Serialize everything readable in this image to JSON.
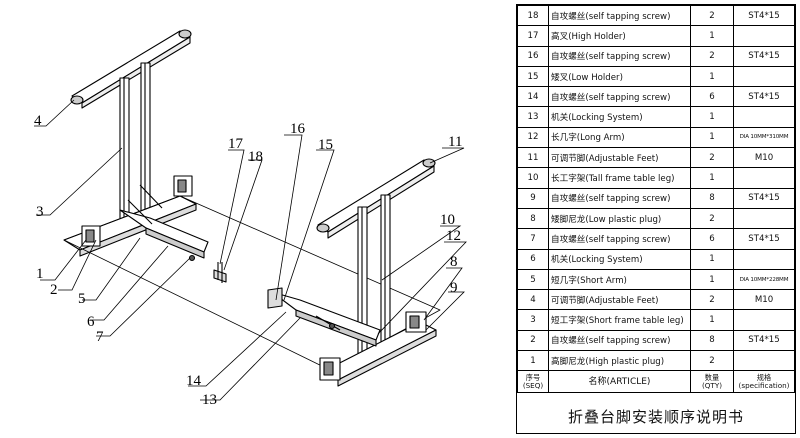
{
  "callouts": [
    "1",
    "2",
    "3",
    "4",
    "5",
    "6",
    "7",
    "8",
    "9",
    "10",
    "11",
    "12",
    "13",
    "14",
    "15",
    "16",
    "17",
    "18"
  ],
  "parts_table": {
    "rows": [
      {
        "seq": "18",
        "name": "自攻螺丝(self tapping screw)",
        "qty": "2",
        "spec": "ST4*15"
      },
      {
        "seq": "17",
        "name": "高叉(High Holder)",
        "qty": "1",
        "spec": ""
      },
      {
        "seq": "16",
        "name": "自攻螺丝(self tapping screw)",
        "qty": "2",
        "spec": "ST4*15"
      },
      {
        "seq": "15",
        "name": "矮叉(Low Holder)",
        "qty": "1",
        "spec": ""
      },
      {
        "seq": "14",
        "name": "自攻螺丝(self tapping screw)",
        "qty": "6",
        "spec": "ST4*15"
      },
      {
        "seq": "13",
        "name": "机关(Locking System)",
        "qty": "1",
        "spec": ""
      },
      {
        "seq": "12",
        "name": "长几字(Long Arm)",
        "qty": "1",
        "spec": "DIA 10MM*310MM"
      },
      {
        "seq": "11",
        "name": "可调节脚(Adjustable Feet)",
        "qty": "2",
        "spec": "M10"
      },
      {
        "seq": "10",
        "name": "长工字架(Tall frame table leg)",
        "qty": "1",
        "spec": ""
      },
      {
        "seq": "9",
        "name": "自攻螺丝(self tapping screw)",
        "qty": "8",
        "spec": "ST4*15"
      },
      {
        "seq": "8",
        "name": "矮脚尼龙(Low plastic plug)",
        "qty": "2",
        "spec": ""
      },
      {
        "seq": "7",
        "name": "自攻螺丝(self tapping screw)",
        "qty": "6",
        "spec": "ST4*15"
      },
      {
        "seq": "6",
        "name": "机关(Locking System)",
        "qty": "1",
        "spec": ""
      },
      {
        "seq": "5",
        "name": "短几字(Short Arm)",
        "qty": "1",
        "spec": "DIA 10MM*228MM"
      },
      {
        "seq": "4",
        "name": "可调节脚(Adjustable Feet)",
        "qty": "2",
        "spec": "M10"
      },
      {
        "seq": "3",
        "name": "短工字架(Short frame table leg)",
        "qty": "1",
        "spec": ""
      },
      {
        "seq": "2",
        "name": "自攻螺丝(self tapping screw)",
        "qty": "8",
        "spec": "ST4*15"
      },
      {
        "seq": "1",
        "name": "高脚尼龙(High plastic plug)",
        "qty": "2",
        "spec": ""
      }
    ],
    "header": {
      "seq_cn": "序号",
      "seq_en": "(SEQ)",
      "article": "名称(ARTICLE)",
      "qty_cn": "数量",
      "qty_en": "(QTY)",
      "spec_cn": "规格",
      "spec_en": "(specification)"
    },
    "title": "折叠台脚安装顺序说明书"
  }
}
